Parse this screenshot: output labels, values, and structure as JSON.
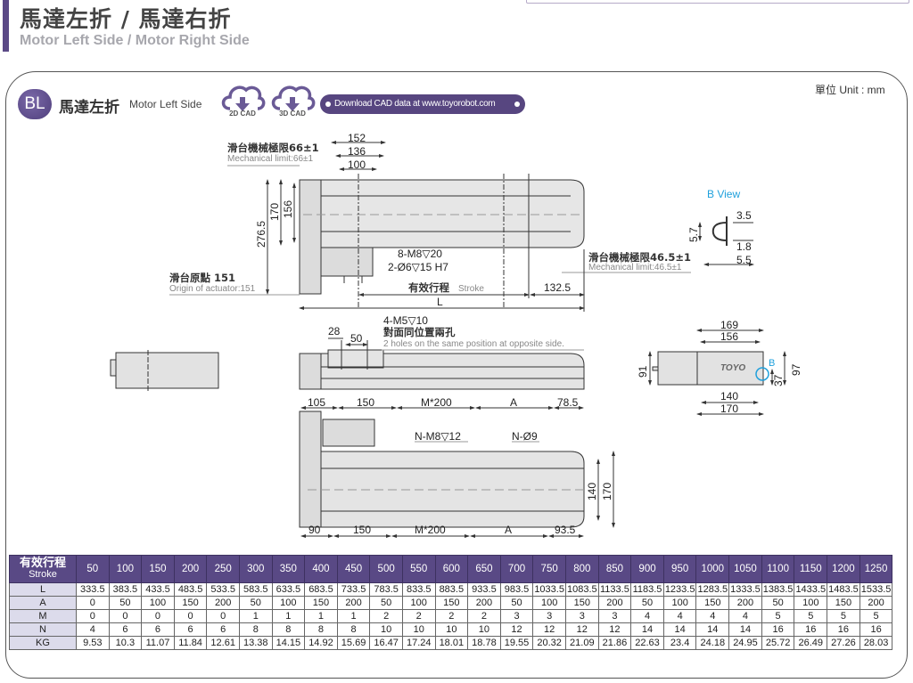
{
  "header": {
    "title_zh": "馬達左折 / 馬達右折",
    "title_en": "Motor Left Side / Motor Right Side"
  },
  "section": {
    "badge": "BL",
    "title_zh": "馬達左折",
    "title_en": "Motor Left Side",
    "cad_buttons": [
      {
        "label": "2D CAD",
        "icon": "cloud-download-icon"
      },
      {
        "label": "3D CAD",
        "icon": "cloud-download-icon"
      }
    ],
    "download_text": "Download CAD data at www.toyorobot.com",
    "unit": "單位 Unit : mm",
    "accent_color": "#594985",
    "link_color": "#1fa0dc"
  },
  "drawing": {
    "top_view": {
      "dims_top": [
        "152",
        "136",
        "100"
      ],
      "dims_left": [
        "276.5",
        "170",
        "156"
      ],
      "mech_limit_left_zh": "滑台機械極限66±1",
      "mech_limit_left_en": "Mechanical limit:66±1",
      "origin_zh": "滑台原點 151",
      "origin_en": "Origin of actuator:151",
      "callout_holes1": "8-M8▽20",
      "callout_holes2": "2-Ø6▽15 H7",
      "stroke_zh": "有效行程",
      "stroke_en": "Stroke",
      "dim_right": "132.5",
      "dim_L": "L",
      "mech_limit_right_zh": "滑台機械極限46.5±1",
      "mech_limit_right_en": "Mechanical limit:46.5±1"
    },
    "b_view": {
      "title": "B View",
      "dims": [
        "3.5",
        "5.7",
        "1.8",
        "5.5"
      ]
    },
    "side_view": {
      "dims": [
        "28",
        "50"
      ],
      "callout_line1": "4-M5▽10",
      "callout_line2_zh": "對面同位置兩孔",
      "callout_line3_en": "2 holes on the same position at opposite side."
    },
    "end_view": {
      "dims_top": [
        "169",
        "156"
      ],
      "dims_bottom": [
        "140",
        "170"
      ],
      "dims_side": [
        "91",
        "37",
        "97"
      ],
      "marker": "B",
      "logo": "TOYO"
    },
    "bottom_view": {
      "dims_top": [
        "105",
        "150",
        "M*200",
        "A",
        "78.5"
      ],
      "dims_bottom": [
        "90",
        "150",
        "M*200",
        "A",
        "93.5"
      ],
      "dims_right": [
        "140",
        "170"
      ],
      "callout_holes1": "N-M8▽12",
      "callout_holes2": "N-Ø9"
    }
  },
  "table": {
    "header_zh": "有效行程",
    "header_en": "Stroke",
    "strokes": [
      "50",
      "100",
      "150",
      "200",
      "250",
      "300",
      "350",
      "400",
      "450",
      "500",
      "550",
      "600",
      "650",
      "700",
      "750",
      "800",
      "850",
      "900",
      "950",
      "1000",
      "1050",
      "1100",
      "1150",
      "1200",
      "1250"
    ],
    "rows": [
      {
        "label": "L",
        "values": [
          "333.5",
          "383.5",
          "433.5",
          "483.5",
          "533.5",
          "583.5",
          "633.5",
          "683.5",
          "733.5",
          "783.5",
          "833.5",
          "883.5",
          "933.5",
          "983.5",
          "1033.5",
          "1083.5",
          "1133.5",
          "1183.5",
          "1233.5",
          "1283.5",
          "1333.5",
          "1383.5",
          "1433.5",
          "1483.5",
          "1533.5"
        ]
      },
      {
        "label": "A",
        "values": [
          "0",
          "50",
          "100",
          "150",
          "200",
          "50",
          "100",
          "150",
          "200",
          "50",
          "100",
          "150",
          "200",
          "50",
          "100",
          "150",
          "200",
          "50",
          "100",
          "150",
          "200",
          "50",
          "100",
          "150",
          "200"
        ]
      },
      {
        "label": "M",
        "values": [
          "0",
          "0",
          "0",
          "0",
          "0",
          "1",
          "1",
          "1",
          "1",
          "2",
          "2",
          "2",
          "2",
          "3",
          "3",
          "3",
          "3",
          "4",
          "4",
          "4",
          "4",
          "5",
          "5",
          "5",
          "5"
        ]
      },
      {
        "label": "N",
        "values": [
          "4",
          "6",
          "6",
          "6",
          "6",
          "8",
          "8",
          "8",
          "8",
          "10",
          "10",
          "10",
          "10",
          "12",
          "12",
          "12",
          "12",
          "14",
          "14",
          "14",
          "14",
          "16",
          "16",
          "16",
          "16"
        ]
      },
      {
        "label": "KG",
        "values": [
          "9.53",
          "10.3",
          "11.07",
          "11.84",
          "12.61",
          "13.38",
          "14.15",
          "14.92",
          "15.69",
          "16.47",
          "17.24",
          "18.01",
          "18.78",
          "19.55",
          "20.32",
          "21.09",
          "21.86",
          "22.63",
          "23.4",
          "24.18",
          "24.95",
          "25.72",
          "26.49",
          "27.26",
          "28.03"
        ]
      }
    ]
  }
}
